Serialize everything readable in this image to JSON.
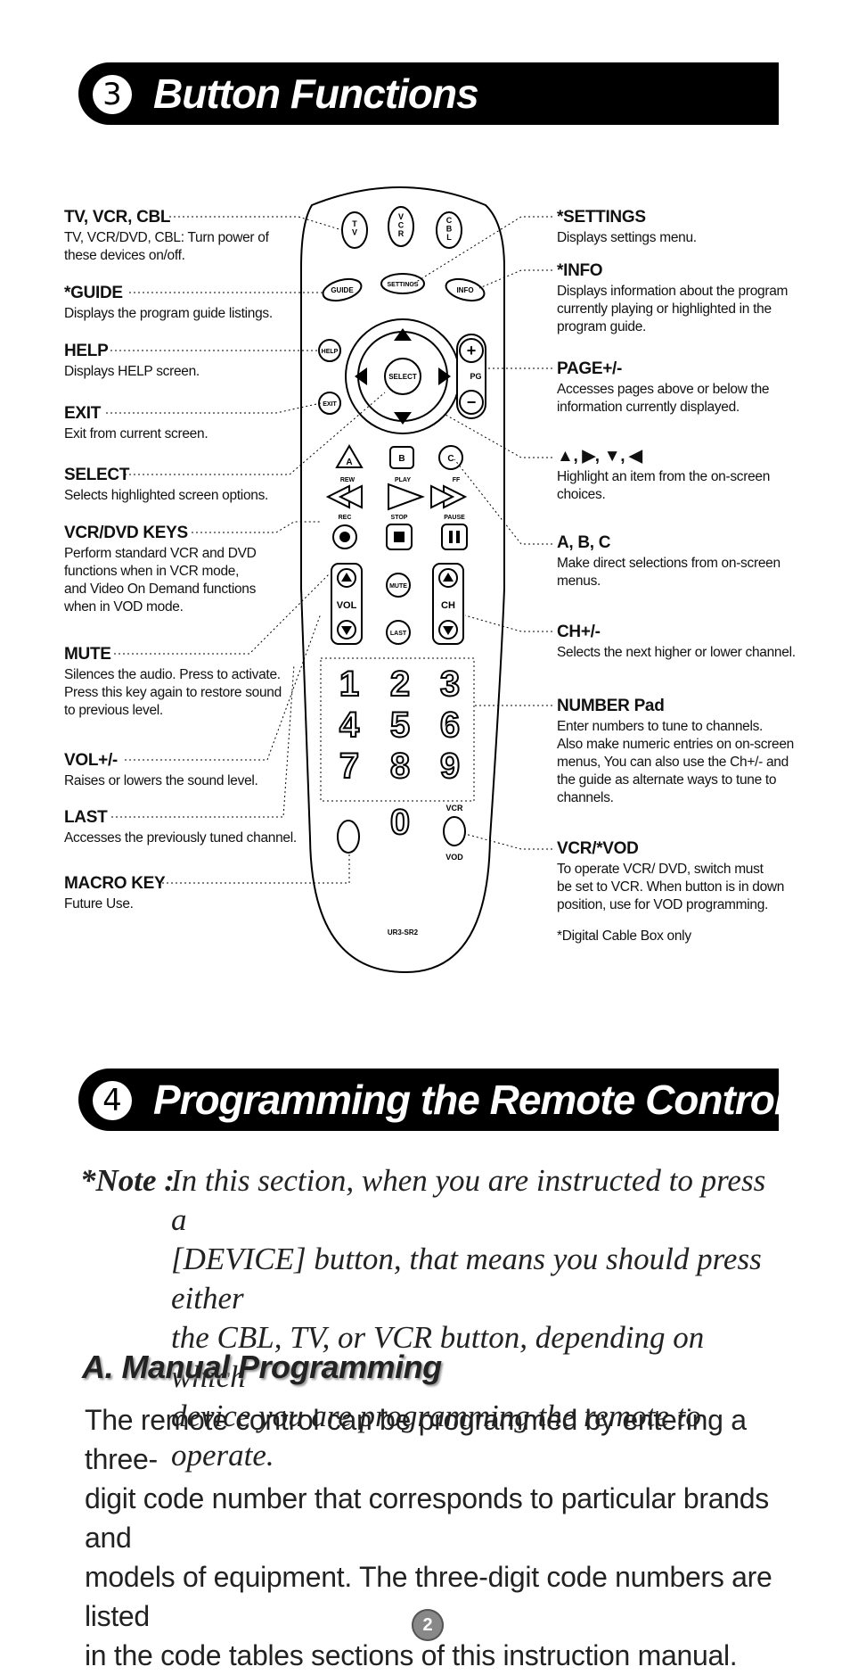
{
  "section3": {
    "number": "3",
    "title": "Button Functions"
  },
  "labels_left": [
    {
      "title": "TV, VCR, CBL",
      "desc": "TV, VCR/DVD, CBL: Turn power of\nthese devices on/off."
    },
    {
      "title": "*GUIDE",
      "desc": "Displays the program guide listings."
    },
    {
      "title": "HELP",
      "desc": "Displays HELP screen."
    },
    {
      "title": "EXIT",
      "desc": "Exit from current screen."
    },
    {
      "title": "SELECT",
      "desc": "Selects highlighted screen options."
    },
    {
      "title": "VCR/DVD KEYS",
      "desc": "Perform standard VCR and DVD\nfunctions when in VCR mode,\nand Video On Demand functions\nwhen in VOD mode."
    },
    {
      "title": "MUTE",
      "desc": "Silences the audio. Press to activate.\nPress this key again to restore sound\nto previous level."
    },
    {
      "title": "VOL+/-",
      "desc": "Raises or lowers the sound level."
    },
    {
      "title": "LAST",
      "desc": "Accesses the previously tuned channel."
    },
    {
      "title": "MACRO KEY",
      "desc": "Future Use."
    }
  ],
  "labels_right": [
    {
      "title": "*SETTINGS",
      "desc": "Displays settings menu."
    },
    {
      "title": "*INFO",
      "desc": "Displays information about the program\ncurrently playing or highlighted in the\nprogram guide."
    },
    {
      "title": "PAGE+/-",
      "desc": "Accesses pages above or below the\ninformation currently displayed."
    },
    {
      "title": "▲, ▶, ▼, ◀",
      "desc": "Highlight an item from the on-screen\nchoices."
    },
    {
      "title": "A, B, C",
      "desc": "Make direct selections from on-screen\nmenus."
    },
    {
      "title": "CH+/-",
      "desc": "Selects the next higher or lower channel."
    },
    {
      "title": "NUMBER Pad",
      "desc": "Enter numbers to tune to channels.\nAlso make numeric entries on on-screen\nmenus, You can also use the Ch+/- and\nthe guide as alternate ways to tune to\nchannels."
    },
    {
      "title": "VCR/*VOD",
      "desc": "To operate VCR/ DVD, switch must\nbe set to VCR. When button is in down\nposition, use for VOD programming."
    }
  ],
  "footnote": "*Digital Cable Box only",
  "remote": {
    "tv": "T\nV",
    "vcr": "V\nC\nR",
    "cbl": "C\nB\nL",
    "guide": "GUIDE",
    "settings": "SETTINGS",
    "info": "INFO",
    "help": "HELP",
    "exit": "EXIT",
    "select": "SELECT",
    "pg": "PG",
    "a": "A",
    "b": "B",
    "c": "C",
    "rew": "REW",
    "play": "PLAY",
    "ff": "FF",
    "rec": "REC",
    "stop": "STOP",
    "pause": "PAUSE",
    "mute": "MUTE",
    "last": "LAST",
    "vol": "VOL",
    "ch": "CH",
    "digits": [
      "1",
      "2",
      "3",
      "4",
      "5",
      "6",
      "7",
      "8",
      "9",
      "0"
    ],
    "vcr_switch": "VCR",
    "vod_switch": "VOD",
    "model": "UR3-SR2"
  },
  "section4": {
    "number": "4",
    "title": "Programming the Remote Control."
  },
  "note": {
    "lead": "*Note :",
    "body": "In this section, when you are instructed to press a\n[DEVICE] button, that means you should press either\nthe CBL, TV, or VCR button, depending on which\ndevice you are programming the remote to operate."
  },
  "subheading": "A. Manual Programming",
  "paragraph": "The remote control can be programmed by entering a three-\ndigit code number that corresponds to particular brands and\nmodels of equipment. The three-digit code numbers are listed\nin the code tables sections of this instruction manual.",
  "page_number": "2"
}
